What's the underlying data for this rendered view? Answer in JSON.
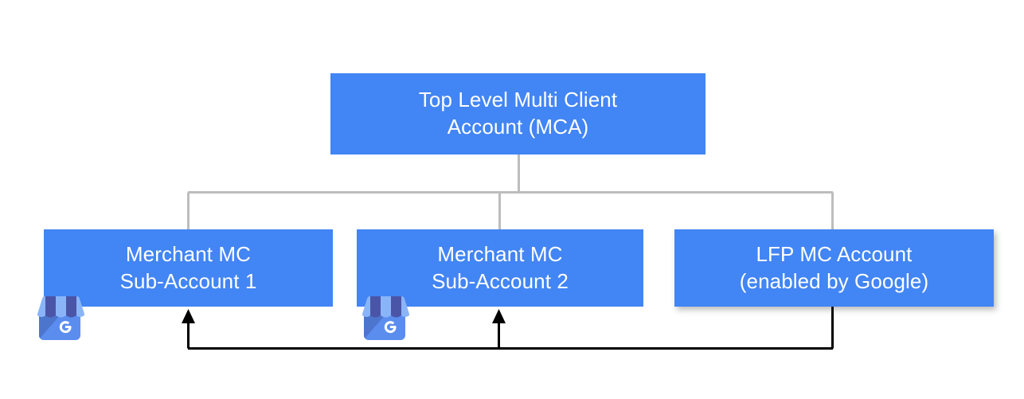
{
  "diagram": {
    "title_node": {
      "id": "top-level-mca",
      "label": "Top Level Multi Client\nAccount (MCA)",
      "color": "#4285f4"
    },
    "children": [
      {
        "id": "merchant-sub-1",
        "label": "Merchant MC\nSub-Account 1",
        "color": "#4285f4",
        "icon": "google-my-business-icon"
      },
      {
        "id": "merchant-sub-2",
        "label": "Merchant MC\nSub-Account 2",
        "color": "#4285f4",
        "icon": "google-my-business-icon"
      },
      {
        "id": "lfp-mc-account",
        "label": "LFP MC Account\n(enabled by Google)",
        "color": "#4285f4",
        "icon": null
      }
    ],
    "connectors": {
      "tree_color": "#bdbdbd",
      "feedback_color": "#000000"
    },
    "palette": {
      "box_blue": "#4285f4",
      "text_white": "#ffffff",
      "tree_gray": "#bdbdbd",
      "arrow_black": "#000000",
      "gmb_light_blue": "#8ab4f8",
      "gmb_dark_blue": "#4b55a8",
      "gmb_body_blue": "#5b8def",
      "background": "#ffffff"
    }
  }
}
